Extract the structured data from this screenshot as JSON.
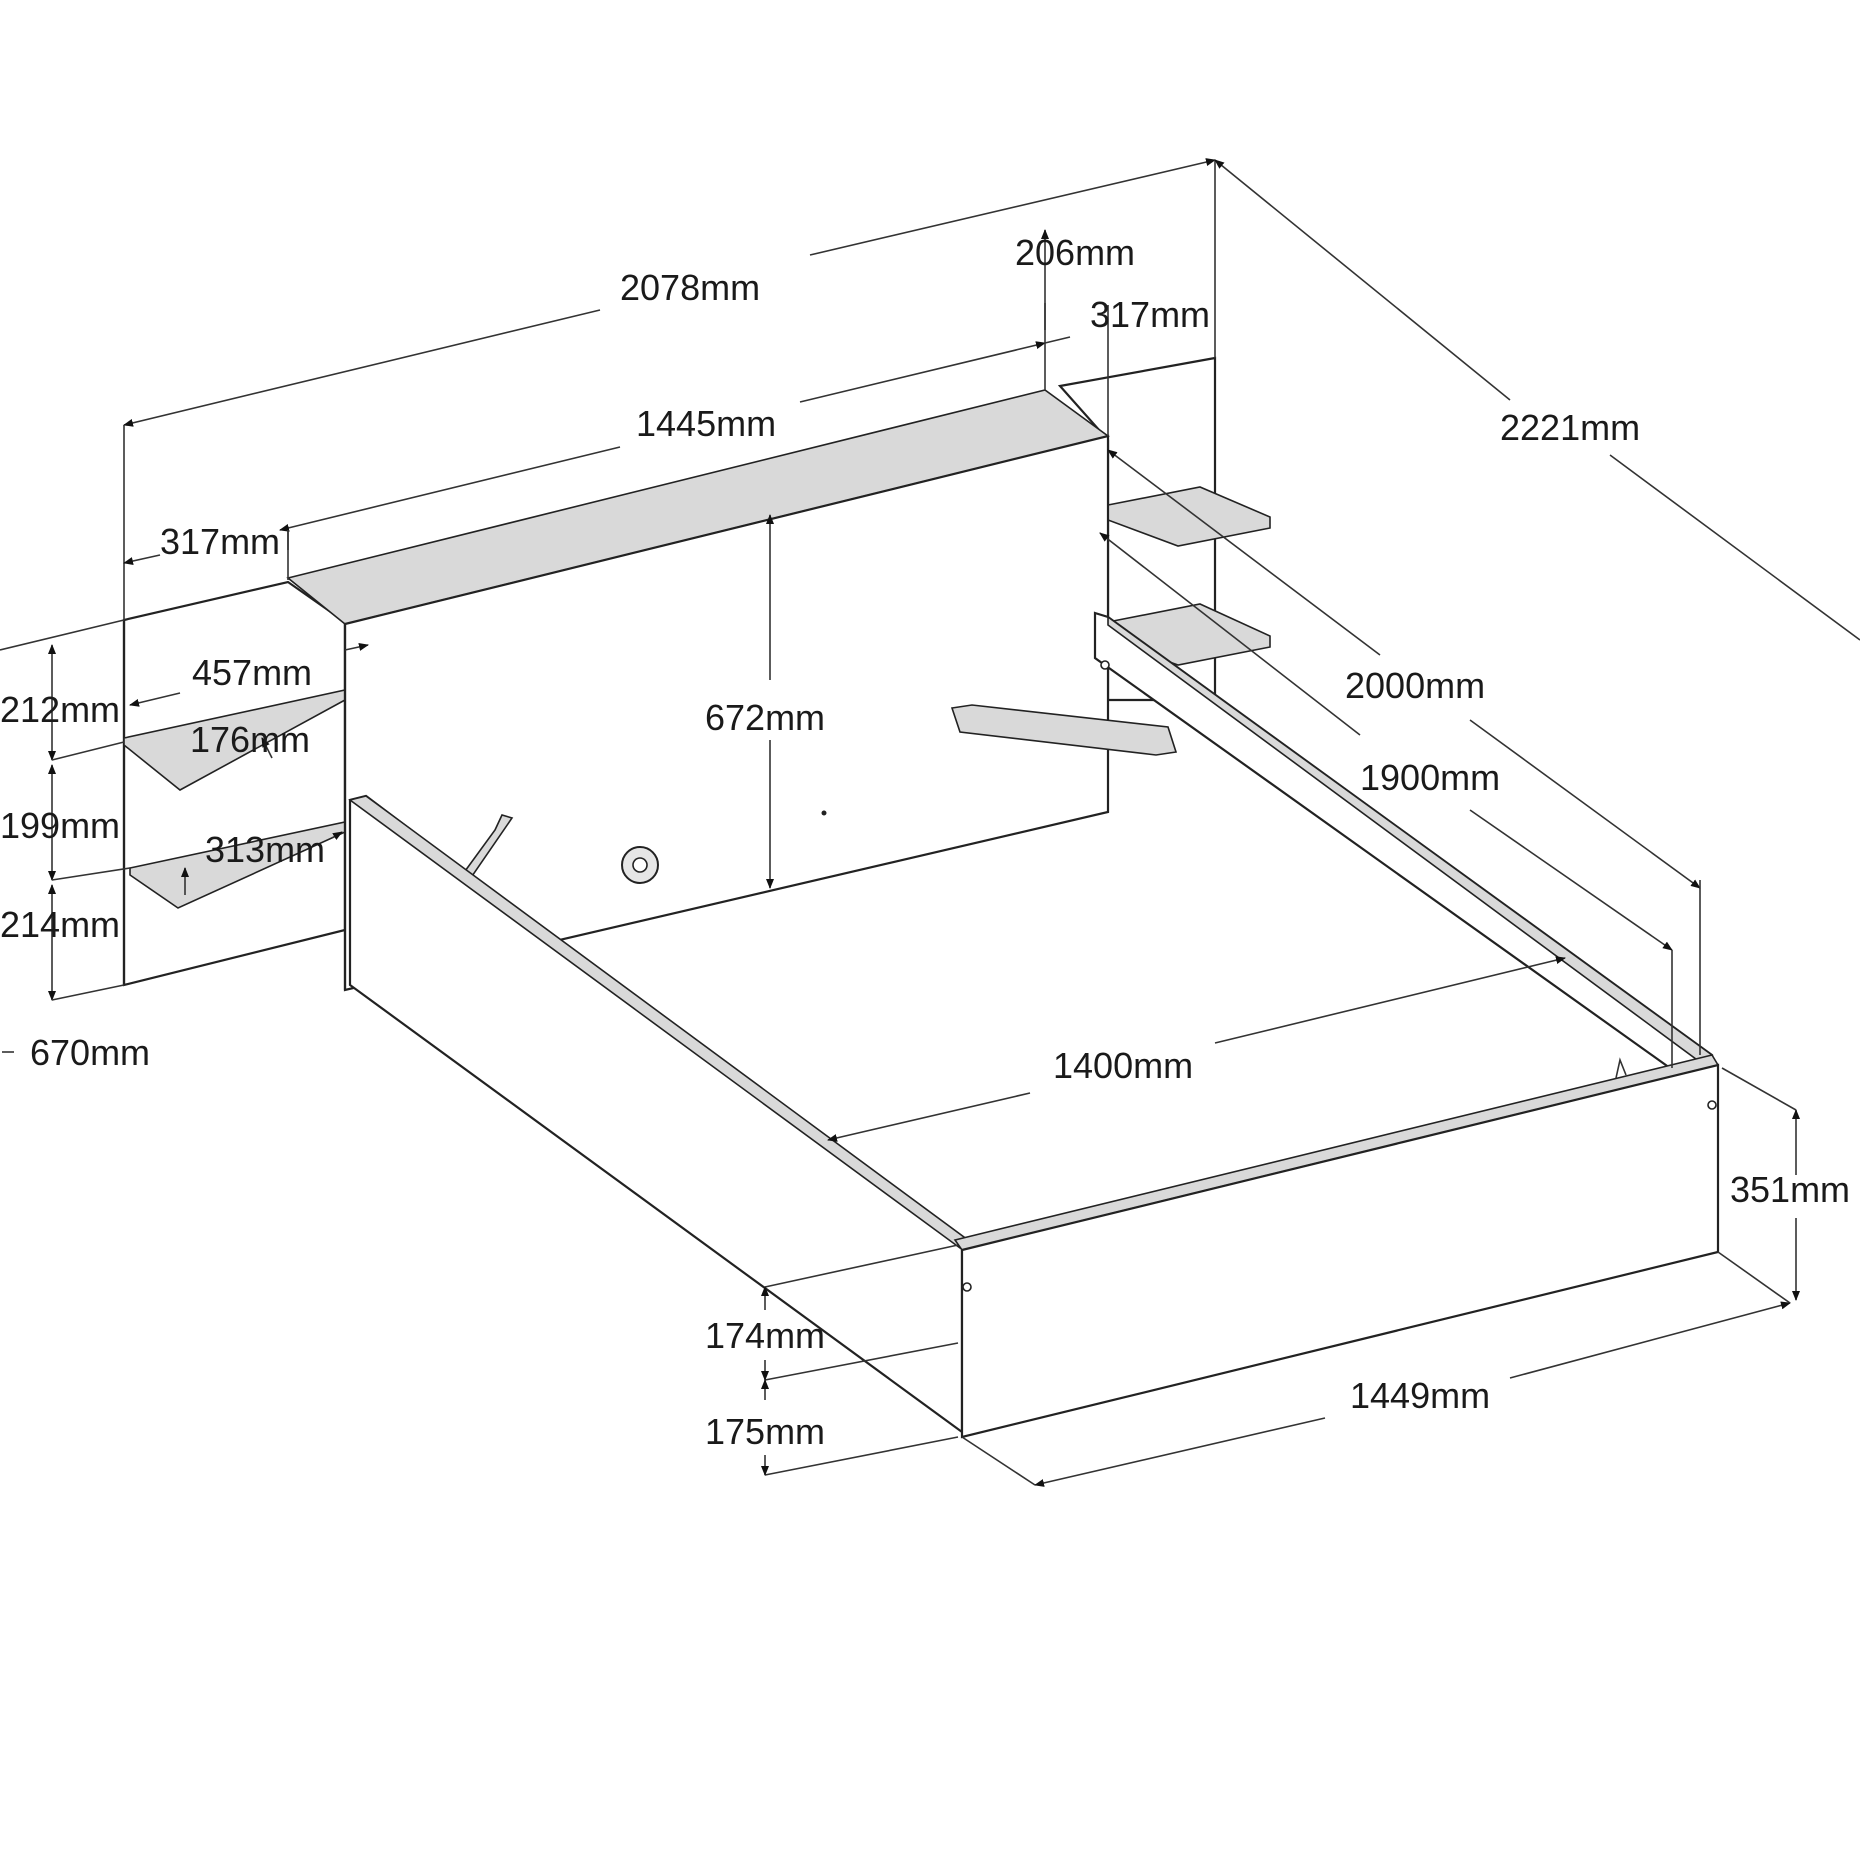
{
  "dimensions": {
    "overall_width": "2078mm",
    "headboard_width": "1445mm",
    "overall_length": "2221mm",
    "side_rail_length": "2000mm",
    "mattress_length": "1900mm",
    "mattress_width": "1400mm",
    "frame_width": "1449mm",
    "headboard_height": "672mm",
    "shelf_depth_top_right": "206mm",
    "side_unit_width_right": "317mm",
    "side_unit_width_left": "317mm",
    "shelf_width": "457mm",
    "shelf_depth": "176mm",
    "lower_shelf_depth": "313mm",
    "shelf_gap_top": "212mm",
    "shelf_gap_middle": "199mm",
    "shelf_gap_bottom": "214mm",
    "side_unit_height": "670mm",
    "frame_height": "351mm",
    "rail_upper_height": "174mm",
    "rail_lower_height": "175mm"
  }
}
